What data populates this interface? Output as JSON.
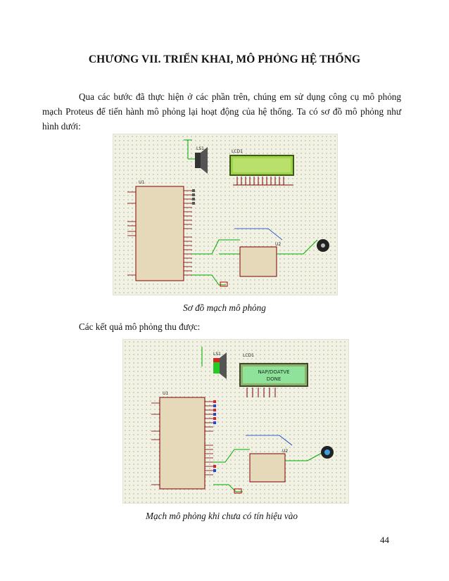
{
  "chapter_title": "CHƯƠNG VII. TRIỂN KHAI, MÔ PHỎNG HỆ THỐNG",
  "intro_paragraph": "Qua các bước đã thực hiện ở các phần trên, chúng em sử dụng công cụ mô phỏng mạch Proteus để tiến hành mô phỏng lại hoạt động của hệ thống. Ta có sơ đồ mô phỏng như hình dưới:",
  "figure1": {
    "caption": "Sơ đồ mạch mô phỏng",
    "labels": {
      "speaker": "LS1",
      "lcd": "LCD1",
      "mcu": "U1",
      "driver": "U2"
    }
  },
  "results_label": "Các kết quả mô phỏng thu được:",
  "figure2": {
    "caption": "Mạch mô phỏng khi chưa có tín hiệu vào",
    "labels": {
      "speaker": "LS1",
      "lcd": "LCD1",
      "mcu": "U1",
      "driver": "U2"
    },
    "lcd_text": {
      "line1": "NAP/DOATVE",
      "line2": "DONE"
    }
  },
  "page_number": "44",
  "colors": {
    "lcd_off": "#9ed24a",
    "lcd_on": "#8fe29a",
    "wire": "#00aa00",
    "part": "#7a0000"
  }
}
